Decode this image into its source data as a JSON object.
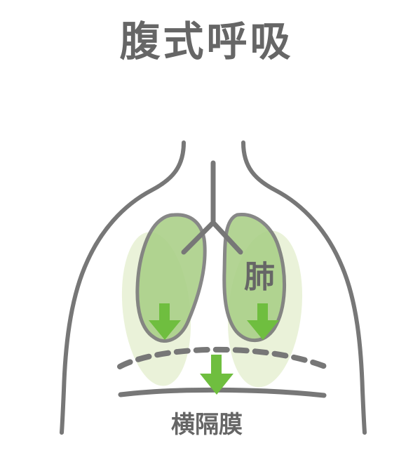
{
  "title": "腹式呼吸",
  "labels": {
    "lung": "肺",
    "diaphragm": "横隔膜"
  },
  "colors": {
    "outline": "#777777",
    "lung_fill": "#a9cf86",
    "lung_shadow": "#d9e8b9",
    "arrow": "#6fbe3f",
    "text": "#666666"
  },
  "icons": {
    "left_arrow": "down-arrow-icon",
    "right_arrow": "down-arrow-icon",
    "center_arrow": "down-arrow-icon"
  }
}
